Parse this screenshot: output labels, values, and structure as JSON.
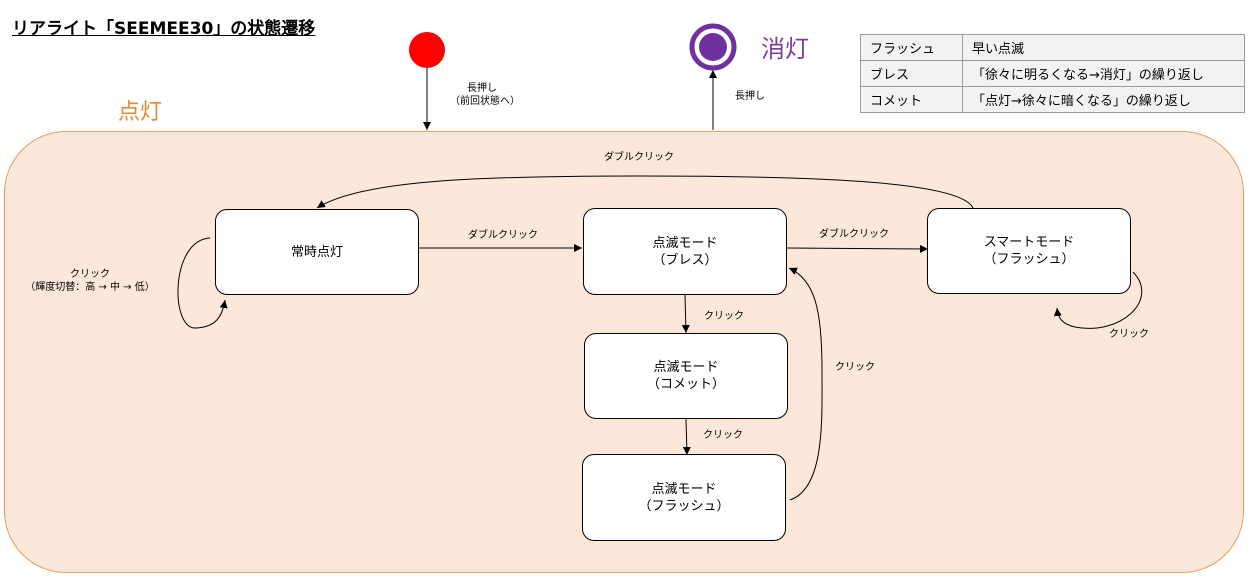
{
  "title": "リアライト「SEEMEE30」の状態遷移",
  "region": {
    "label": "点灯"
  },
  "terminal": {
    "off_label": "消灯"
  },
  "states": {
    "constant": {
      "line1": "常時点灯"
    },
    "blink_pulse": {
      "line1": "点滅モード",
      "line2": "（ブレス）"
    },
    "smart": {
      "line1": "スマートモード",
      "line2": "（フラッシュ）"
    },
    "blink_comet": {
      "line1": "点滅モード",
      "line2": "（コメット）"
    },
    "blink_flash": {
      "line1": "点滅モード",
      "line2": "（フラッシュ）"
    }
  },
  "edges": {
    "start_long_press": {
      "line1": "長押し",
      "line2": "（前回状態へ）"
    },
    "to_off": "長押し",
    "smart_to_constant": "ダブルクリック",
    "constant_to_pulse": "ダブルクリック",
    "pulse_to_smart": "ダブルクリック",
    "constant_self": {
      "line1": "クリック",
      "line2": "（輝度切替：高 → 中 → 低）"
    },
    "smart_self": "クリック",
    "pulse_to_comet": "クリック",
    "comet_to_flash": "クリック",
    "flash_to_pulse": "クリック"
  },
  "legend": [
    {
      "term": "フラッシュ",
      "desc": "早い点滅"
    },
    {
      "term": "ブレス",
      "desc": "「徐々に明るくなる→消灯」の繰り返し"
    },
    {
      "term": "コメット",
      "desc": "「点灯→徐々に暗くなる」の繰り返し"
    }
  ],
  "colors": {
    "start": "#ff0000",
    "end": "#7030a0",
    "region_fill": "#fce8da",
    "region_border": "#e69b5d",
    "region_label": "#e6893a"
  }
}
